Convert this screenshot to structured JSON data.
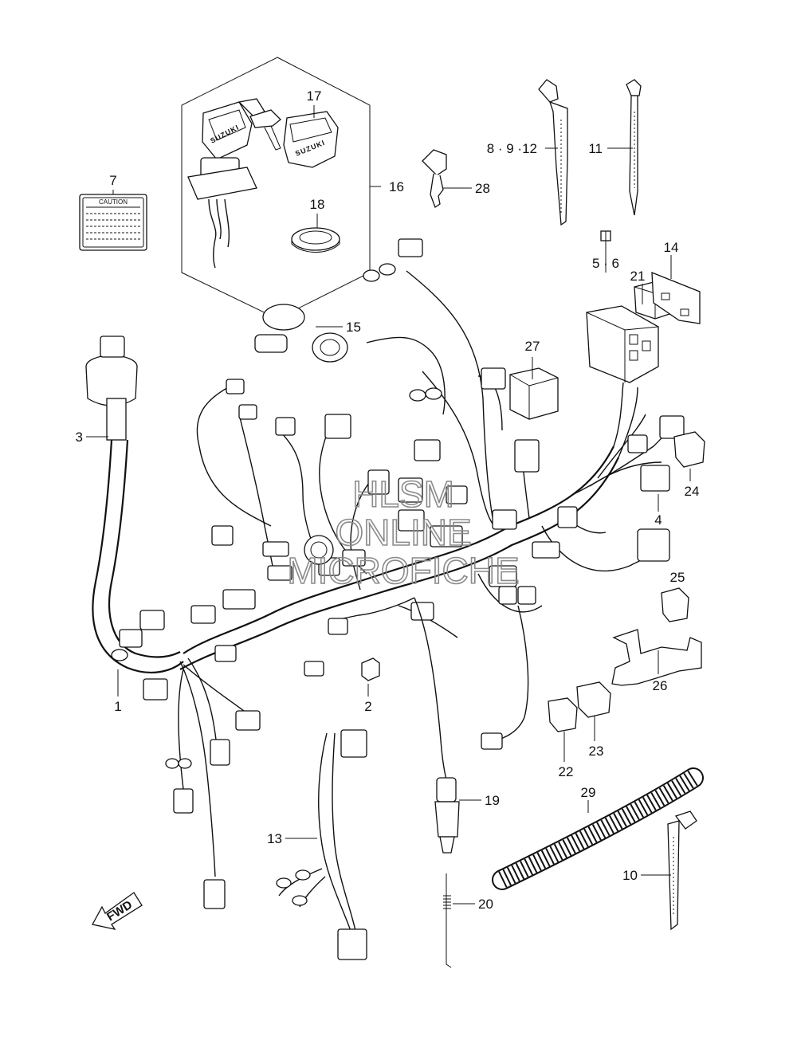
{
  "diagram": {
    "callouts": [
      {
        "id": "c7",
        "text": "7"
      },
      {
        "id": "c17",
        "text": "17"
      },
      {
        "id": "c16",
        "text": "16"
      },
      {
        "id": "c18",
        "text": "18"
      },
      {
        "id": "c8912",
        "text": "8 · 9 ·12"
      },
      {
        "id": "c11",
        "text": "11"
      },
      {
        "id": "c28",
        "text": "28"
      },
      {
        "id": "c14",
        "text": "14"
      },
      {
        "id": "c56",
        "text": "5 · 6"
      },
      {
        "id": "c21",
        "text": "21"
      },
      {
        "id": "c15",
        "text": "15"
      },
      {
        "id": "c27",
        "text": "27"
      },
      {
        "id": "c3",
        "text": "3"
      },
      {
        "id": "c24",
        "text": "24"
      },
      {
        "id": "c4",
        "text": "4"
      },
      {
        "id": "c25",
        "text": "25"
      },
      {
        "id": "c26",
        "text": "26"
      },
      {
        "id": "c1",
        "text": "1"
      },
      {
        "id": "c2",
        "text": "2"
      },
      {
        "id": "c23",
        "text": "23"
      },
      {
        "id": "c22",
        "text": "22"
      },
      {
        "id": "c19",
        "text": "19"
      },
      {
        "id": "c29",
        "text": "29"
      },
      {
        "id": "c13",
        "text": "13"
      },
      {
        "id": "c10",
        "text": "10"
      },
      {
        "id": "c20",
        "text": "20"
      }
    ],
    "caution_label": "CAUTION",
    "brand_text": "SUZUKI",
    "fwd_text": "FWD",
    "watermark": [
      "HLSM",
      "ONLINE",
      "MICROFICHE"
    ]
  }
}
